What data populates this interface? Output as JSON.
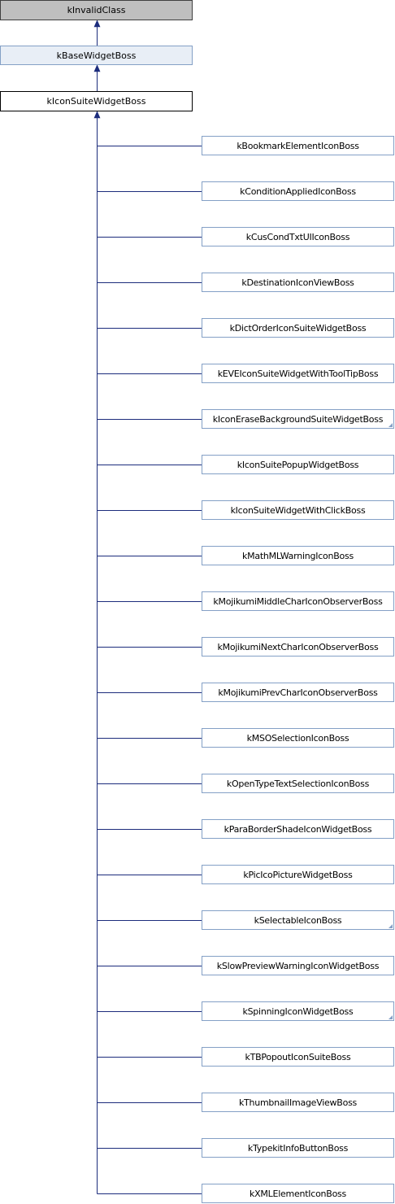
{
  "diagram": {
    "root": {
      "label": "kInvalidClass"
    },
    "base": {
      "label": "kBaseWidgetBoss"
    },
    "main": {
      "label": "kIconSuiteWidgetBoss"
    },
    "children": [
      {
        "label": "kBookmarkElementIconBoss",
        "has_more": false
      },
      {
        "label": "kConditionAppliedIconBoss",
        "has_more": false
      },
      {
        "label": "kCusCondTxtUIIconBoss",
        "has_more": false
      },
      {
        "label": "kDestinationIconViewBoss",
        "has_more": false
      },
      {
        "label": "kDictOrderIconSuiteWidgetBoss",
        "has_more": false
      },
      {
        "label": "kEVEIconSuiteWidgetWithToolTipBoss",
        "has_more": false
      },
      {
        "label": "kIconEraseBackgroundSuiteWidgetBoss",
        "has_more": true
      },
      {
        "label": "kIconSuitePopupWidgetBoss",
        "has_more": false
      },
      {
        "label": "kIconSuiteWidgetWithClickBoss",
        "has_more": false
      },
      {
        "label": "kMathMLWarningIconBoss",
        "has_more": false
      },
      {
        "label": "kMojikumiMiddleCharIconObserverBoss",
        "has_more": false
      },
      {
        "label": "kMojikumiNextCharIconObserverBoss",
        "has_more": false
      },
      {
        "label": "kMojikumiPrevCharIconObserverBoss",
        "has_more": false
      },
      {
        "label": "kMSOSelectionIconBoss",
        "has_more": false
      },
      {
        "label": "kOpenTypeTextSelectionIconBoss",
        "has_more": false
      },
      {
        "label": "kParaBorderShadeIconWidgetBoss",
        "has_more": false
      },
      {
        "label": "kPicIcoPictureWidgetBoss",
        "has_more": false
      },
      {
        "label": "kSelectableIconBoss",
        "has_more": true
      },
      {
        "label": "kSlowPreviewWarningIconWidgetBoss",
        "has_more": false
      },
      {
        "label": "kSpinningIconWidgetBoss",
        "has_more": true
      },
      {
        "label": "kTBPopoutIconSuiteBoss",
        "has_more": false
      },
      {
        "label": "kThumbnailImageViewBoss",
        "has_more": false
      },
      {
        "label": "kTypekitInfoButtonBoss",
        "has_more": false
      },
      {
        "label": "kXMLElementIconBoss",
        "has_more": false
      }
    ],
    "colors": {
      "edge": "#1c2c7c",
      "root_fill": "#bfbfbf",
      "base_fill": "#e8eef6",
      "child_border": "#84a0c6"
    }
  }
}
